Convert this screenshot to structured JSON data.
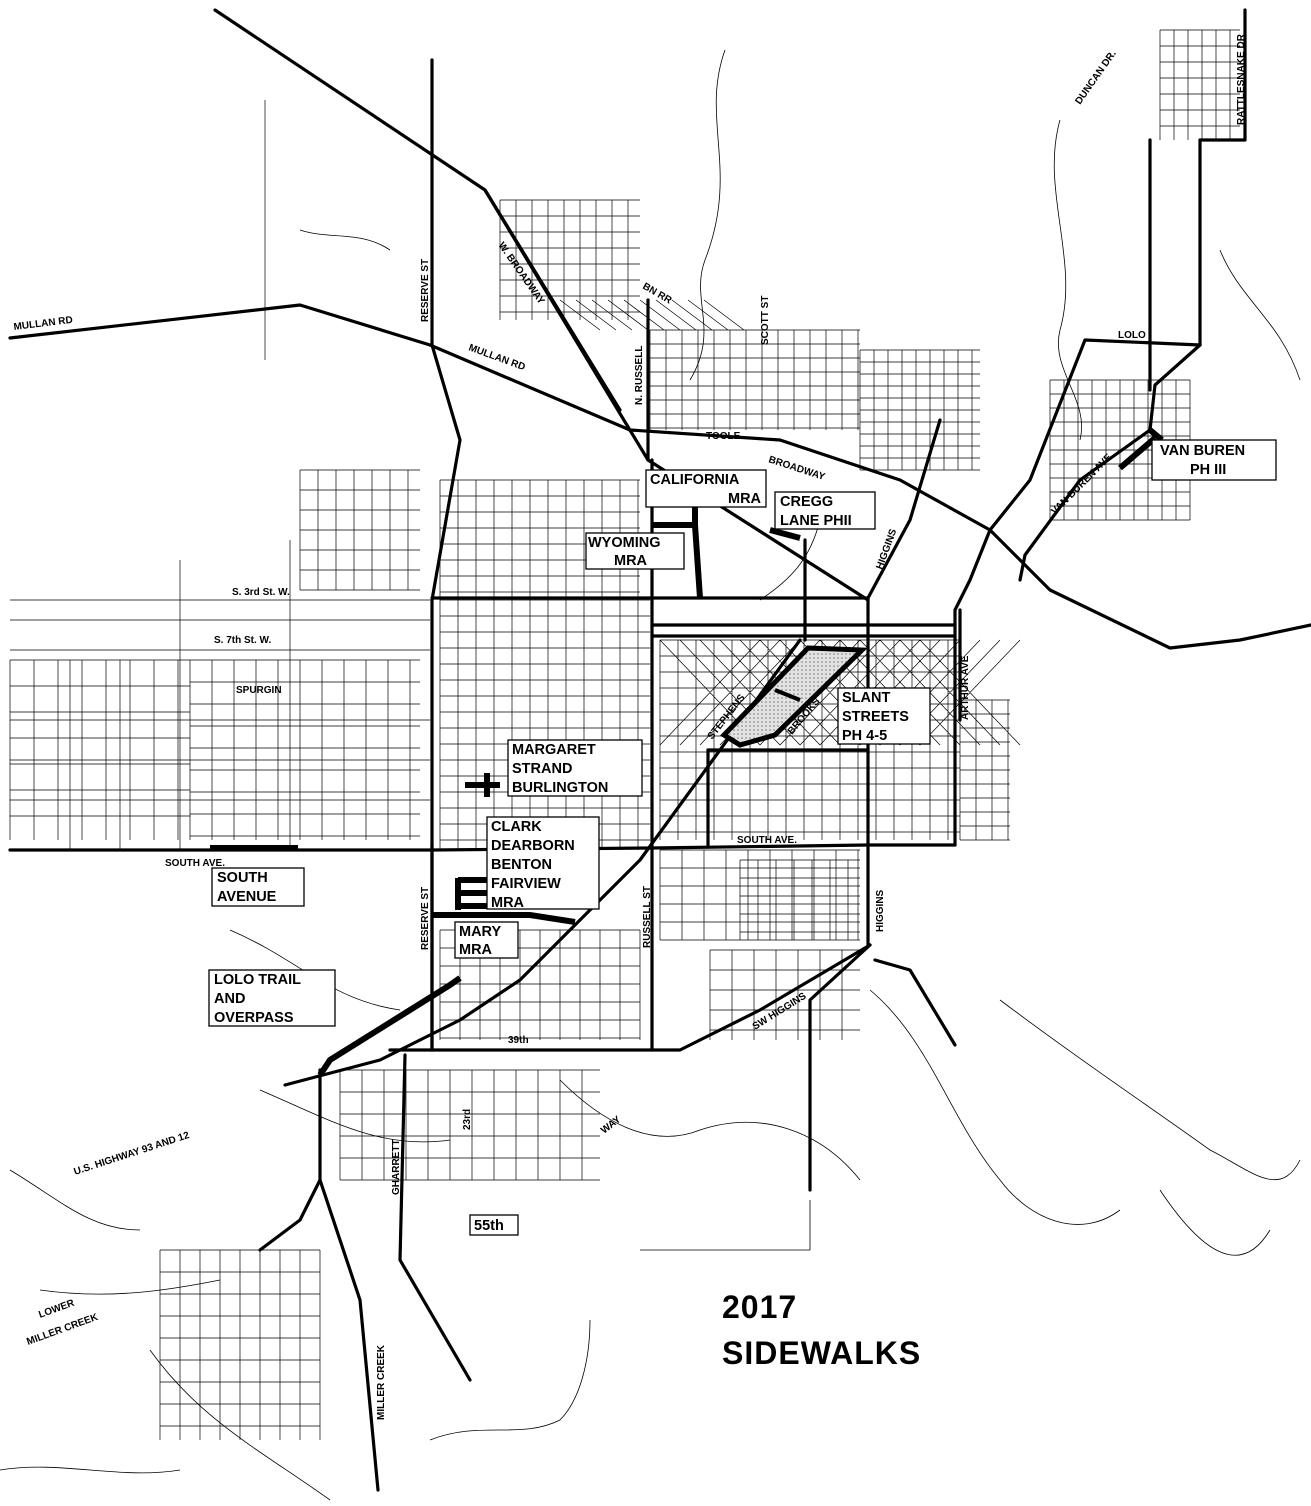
{
  "title": {
    "line1": "2017",
    "line2": "SIDEWALKS"
  },
  "streets": {
    "duncan": "DUNCAN DR.",
    "rattlesnake": "RATTLESNAKE DR",
    "reserve_north": "RESERVE ST",
    "w_broadway": "W. BROADWAY",
    "bn_rr": "BN RR",
    "scott": "SCOTT ST",
    "mullan_west": "MULLAN RD",
    "mullan_center": "MULLAN RD",
    "n_russell": "N. RUSSELL",
    "lolo_top": "LOLO",
    "toole": "TOOLE",
    "broadway": "BROADWAY",
    "van_buren_ave": "VAN BUREN AVE",
    "higgins_north": "HIGGINS",
    "s3rd": "S. 3rd St. W.",
    "s7th": "S. 7th St. W.",
    "spurgin": "SPURGIN",
    "arthur": "ARTHUR AVE",
    "stephens": "STEPHENS",
    "brooks": "BROOKS",
    "south_ave_east": "SOUTH AVE.",
    "south_ave_west": "SOUTH AVE.",
    "reserve_south": "RESERVE ST",
    "russell_south": "RUSSELL ST",
    "higgins_south": "HIGGINS",
    "sw_higgins": "SW HIGGINS",
    "39th": "39th",
    "us_highway": "U.S. HIGHWAY 93 AND 12",
    "way": "WAY",
    "23rd": "23rd",
    "gharrett": "GHARRETT",
    "lower_miller": "LOWER",
    "lower_miller_2": "MILLER CREEK",
    "miller_creek": "MILLER CREEK"
  },
  "projects": {
    "van_buren": [
      "VAN BUREN",
      "PH III"
    ],
    "california": [
      "CALIFORNIA",
      "MRA"
    ],
    "cregg": [
      "CREGG",
      "LANE PHII"
    ],
    "wyoming": [
      "WYOMING",
      "MRA"
    ],
    "slant": [
      "SLANT",
      "STREETS",
      "PH 4-5"
    ],
    "margaret": [
      "MARGARET",
      "STRAND",
      "BURLINGTON"
    ],
    "clark": [
      "CLARK",
      "DEARBORN",
      "BENTON",
      "FAIRVIEW",
      "MRA"
    ],
    "south_avenue": [
      "SOUTH",
      "AVENUE"
    ],
    "mary": [
      "MARY",
      "MRA"
    ],
    "lolo_trail": [
      "LOLO TRAIL",
      "AND",
      "OVERPASS"
    ],
    "55th": [
      "55th"
    ]
  },
  "colors": {
    "ink": "#000000",
    "paper": "#ffffff",
    "slant_fill": "#c8c8c8"
  }
}
